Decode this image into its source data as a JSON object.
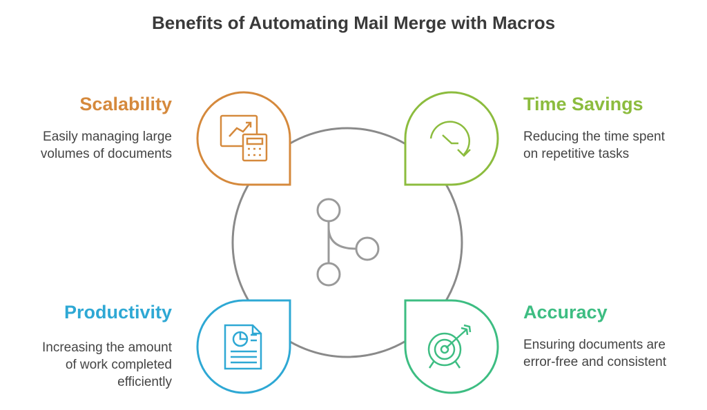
{
  "title": "Benefits of Automating Mail Merge with Macros",
  "colors": {
    "scalability": "#d5893c",
    "time_savings": "#8cbc3e",
    "productivity": "#2ea8d4",
    "accuracy": "#3dbd82",
    "ring": "#8a8a8a",
    "center_icon": "#9a9a9a"
  },
  "center": {
    "icon": "branch-merge-icon"
  },
  "benefits": {
    "scalability": {
      "heading": "Scalability",
      "desc1": "Easily managing large",
      "desc2": "volumes of documents",
      "icon": "chart-calculator-icon"
    },
    "time_savings": {
      "heading": "Time Savings",
      "desc1": "Reducing the time spent",
      "desc2": "on repetitive tasks",
      "icon": "clock-arrow-icon"
    },
    "productivity": {
      "heading": "Productivity",
      "desc1": "Increasing the amount",
      "desc2": "of work completed",
      "desc3": "efficiently",
      "icon": "report-document-icon"
    },
    "accuracy": {
      "heading": "Accuracy",
      "desc1": "Ensuring documents are",
      "desc2": "error-free and consistent",
      "icon": "target-arrow-icon"
    }
  }
}
